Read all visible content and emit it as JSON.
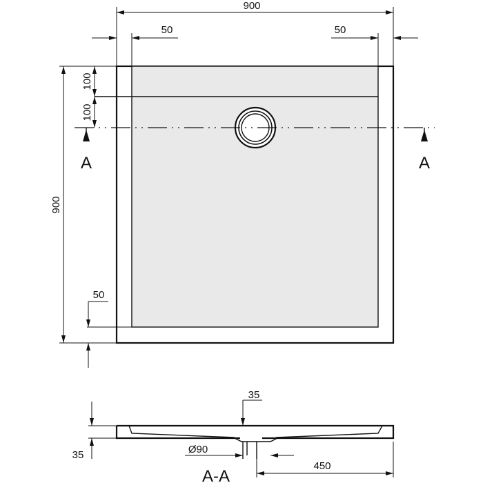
{
  "colors": {
    "line": "#111111",
    "tray_fill": "#e9e9e9",
    "frame_fill": "#ffffff",
    "background": "#ffffff"
  },
  "plan": {
    "dim_overall_width": "900",
    "dim_left_rim": "50",
    "dim_right_rim": "50",
    "dim_overall_height": "900",
    "dim_top_rim": "100",
    "dim_drain_offset": "100",
    "dim_bottom_rim": "50",
    "section_marker_left": "A",
    "section_marker_right": "A"
  },
  "section": {
    "dim_height": "35",
    "dim_drain_width": "35",
    "dim_drain_diameter": "Ø90",
    "dim_drain_center": "450",
    "title": "A-A"
  }
}
